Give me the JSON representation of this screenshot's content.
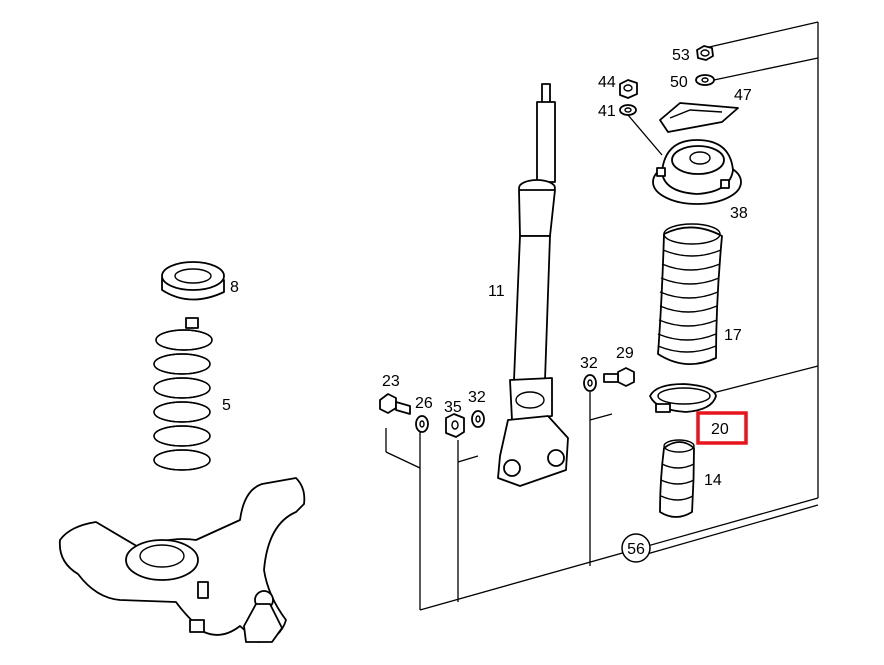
{
  "callouts": [
    {
      "id": "53",
      "text": "53"
    },
    {
      "id": "44",
      "text": "44"
    },
    {
      "id": "50",
      "text": "50"
    },
    {
      "id": "47",
      "text": "47"
    },
    {
      "id": "41",
      "text": "41"
    },
    {
      "id": "38",
      "text": "38"
    },
    {
      "id": "8",
      "text": "8"
    },
    {
      "id": "11",
      "text": "11"
    },
    {
      "id": "17",
      "text": "17"
    },
    {
      "id": "5",
      "text": "5"
    },
    {
      "id": "32a",
      "text": "32"
    },
    {
      "id": "29",
      "text": "29"
    },
    {
      "id": "23",
      "text": "23"
    },
    {
      "id": "26",
      "text": "26"
    },
    {
      "id": "35",
      "text": "35"
    },
    {
      "id": "32b",
      "text": "32"
    },
    {
      "id": "20",
      "text": "20"
    },
    {
      "id": "14",
      "text": "14"
    },
    {
      "id": "56",
      "text": "56"
    }
  ],
  "highlight": {
    "callout": "20",
    "color": "#e8141b"
  }
}
